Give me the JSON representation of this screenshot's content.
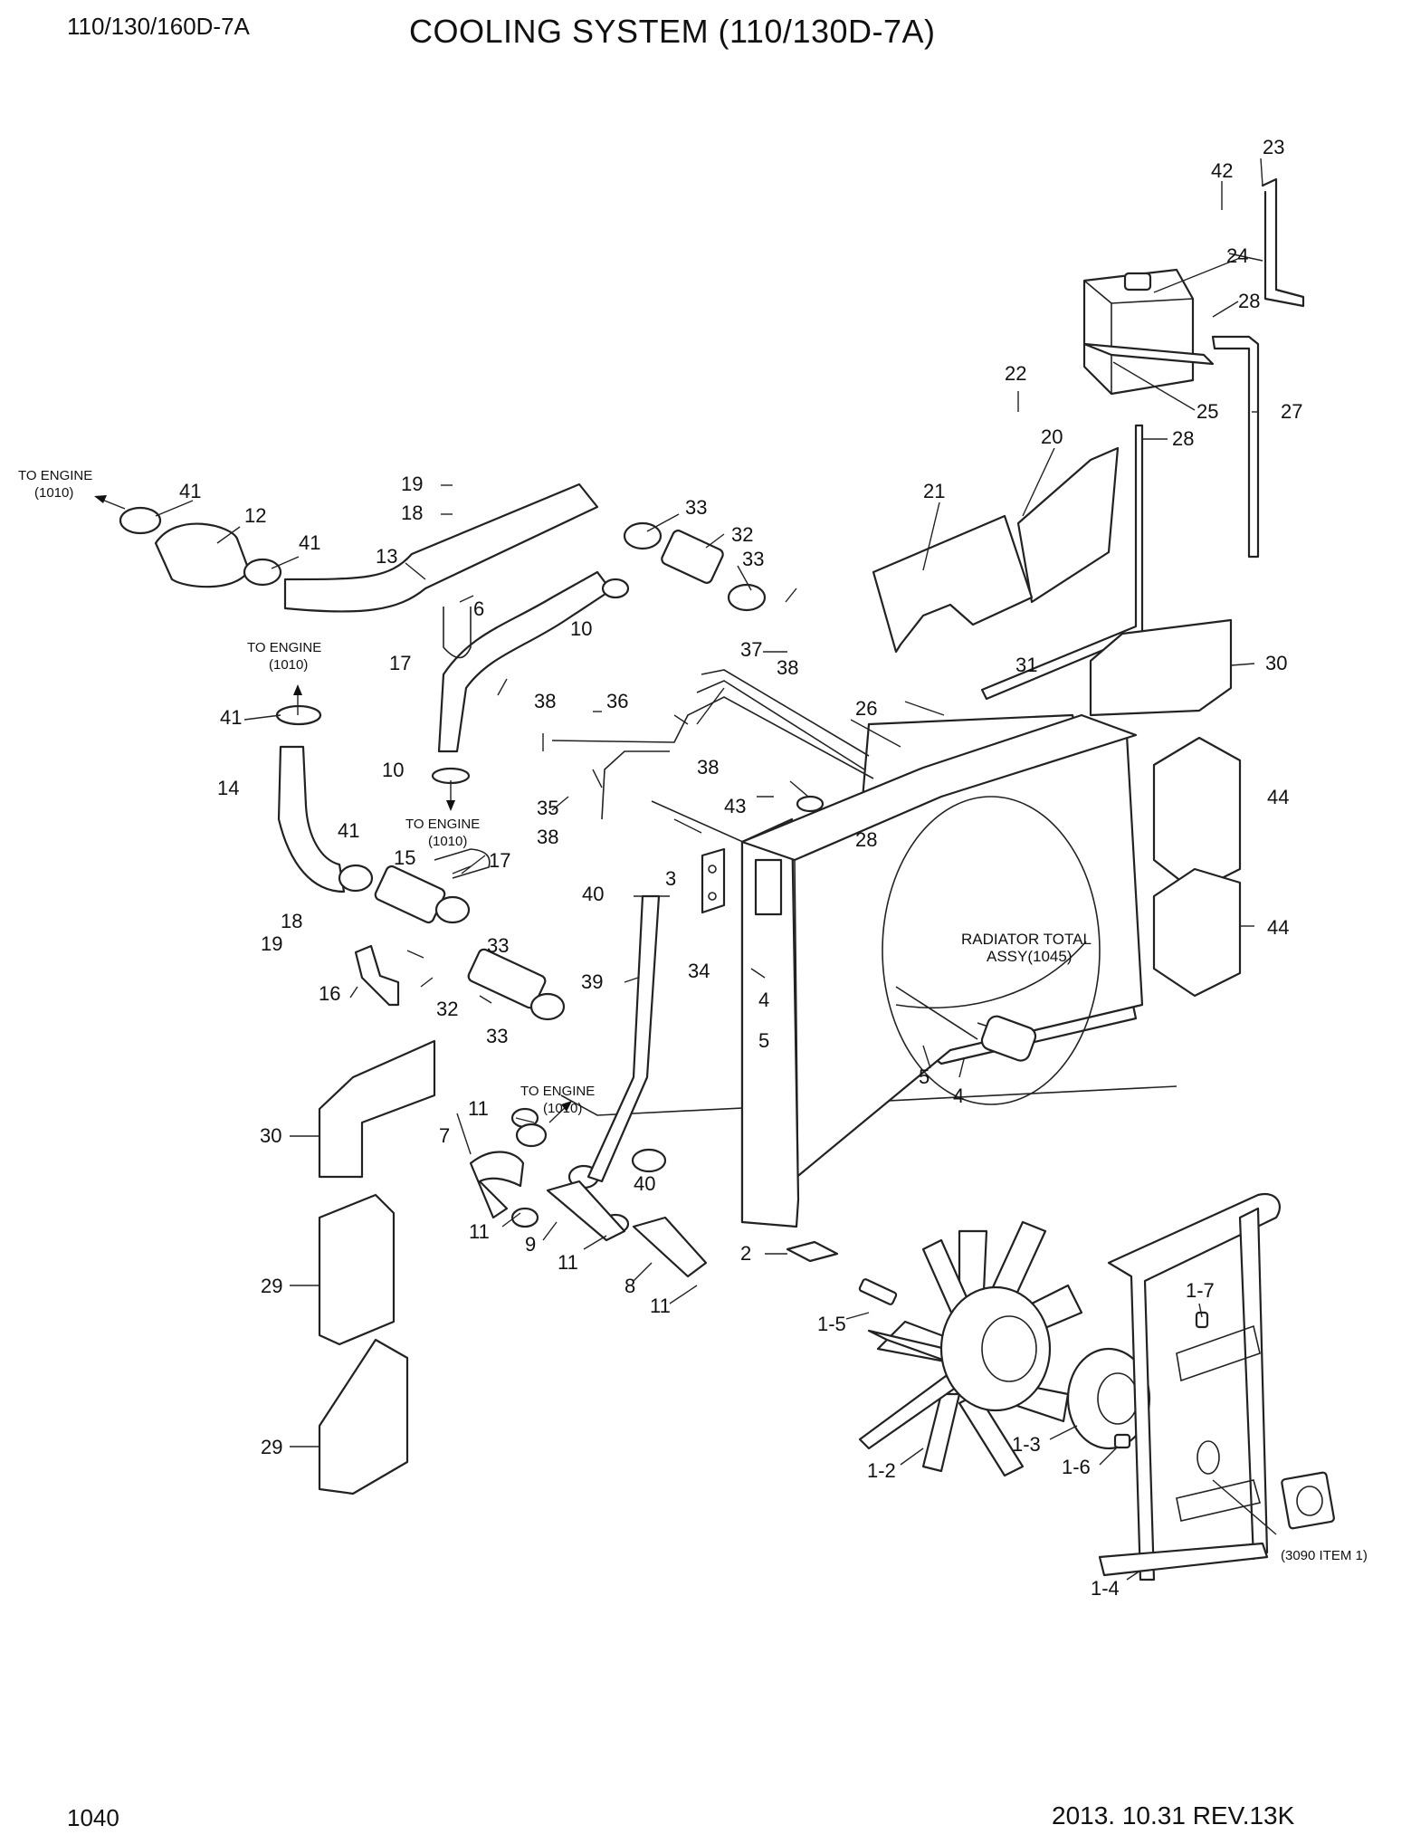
{
  "header": {
    "model": "110/130/160D-7A",
    "title": "COOLING SYSTEM (110/130D-7A)"
  },
  "footer": {
    "page": "1040",
    "revision": "2013. 10.31  REV.13K"
  },
  "notes": {
    "to_engine_top": "TO ENGINE",
    "to_engine_top_ref": "(1010)",
    "to_engine_a": "TO ENGINE",
    "to_engine_a_ref": "(1010)",
    "to_engine_b": "TO ENGINE",
    "to_engine_b_ref": "(1010)",
    "to_engine_c": "TO ENGINE",
    "to_engine_c_ref": "(1010)",
    "radiator_line1": "RADIATOR TOTAL",
    "radiator_line2": "ASSY(1045)",
    "pump_ref": "(3090 ITEM 1)"
  },
  "callouts": {
    "c23": "23",
    "c42": "42",
    "c24": "24",
    "c28a": "28",
    "c22": "22",
    "c25": "25",
    "c27": "27",
    "c28b": "28",
    "c20": "20",
    "c21": "21",
    "c41a": "41",
    "c12": "12",
    "c41b": "41",
    "c19a": "19",
    "c18a": "18",
    "c13": "13",
    "c33a": "33",
    "c32a": "32",
    "c33b": "33",
    "c6": "6",
    "c10a": "10",
    "c17a": "17",
    "c37": "37",
    "c38a": "38",
    "c31": "31",
    "c30a": "30",
    "c41c": "41",
    "c36": "36",
    "c38b": "38",
    "c26": "26",
    "c38c": "38",
    "c14": "14",
    "c10b": "10",
    "c35": "35",
    "c43": "43",
    "c44a": "44",
    "c38d": "38",
    "c28c": "28",
    "c41d": "41",
    "c17b": "17",
    "c15": "15",
    "c3": "3",
    "c40a": "40",
    "c44b": "44",
    "c18b": "18",
    "c19b": "19",
    "c33c": "33",
    "c34": "34",
    "c16": "16",
    "c39": "39",
    "c4a": "4",
    "c32b": "32",
    "c5a": "5",
    "c5b": "5",
    "c4b": "4",
    "c33d": "33",
    "c11a": "11",
    "c30b": "30",
    "c7": "7",
    "c40b": "40",
    "c11b": "11",
    "c9": "9",
    "c11c": "11",
    "c8": "8",
    "c2": "2",
    "c11d": "11",
    "c29a": "29",
    "c1_5": "1-5",
    "c1_7": "1-7",
    "c1_3": "1-3",
    "c1_6": "1-6",
    "c1_2": "1-2",
    "c29b": "29",
    "c1_4": "1-4"
  }
}
